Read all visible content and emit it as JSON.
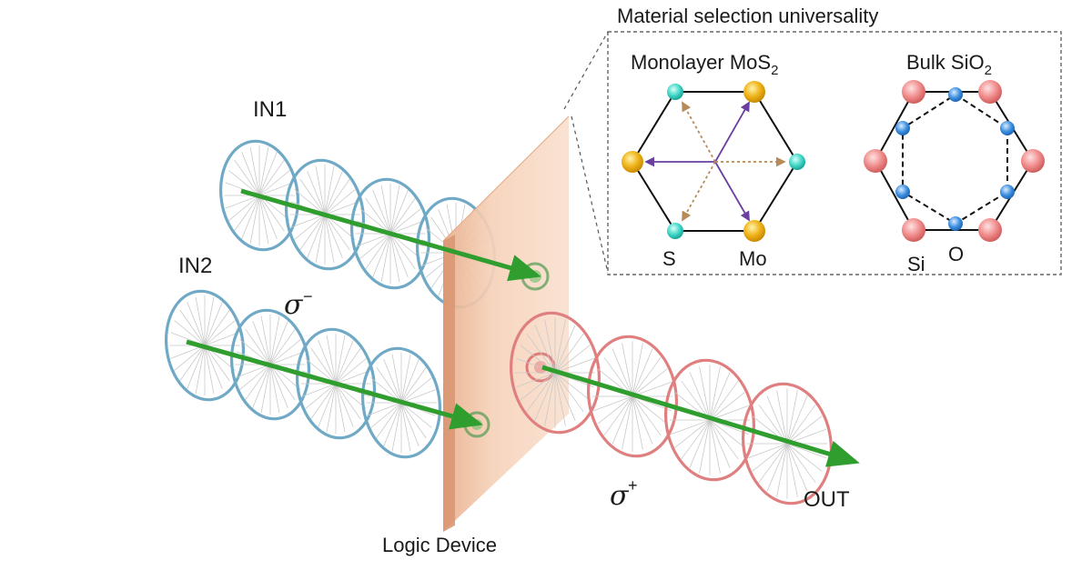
{
  "labels": {
    "in1": "IN1",
    "in2": "IN2",
    "sigma_minus": "σ",
    "sigma_minus_sup": "−",
    "sigma_plus": "σ",
    "sigma_plus_sup": "+",
    "out": "OUT",
    "device": "Logic Device"
  },
  "inset": {
    "title": "Material selection universality",
    "mos2": {
      "name": "Monolayer MoS",
      "sub": "2",
      "s_label": "S",
      "mo_label": "Mo"
    },
    "sio2": {
      "name": "Bulk SiO",
      "sub": "2",
      "si_label": "Si",
      "o_label": "O"
    }
  },
  "colors": {
    "input_wave": "#6fa9c6",
    "output_wave": "#e07f7f",
    "beam": "#2f9e2f",
    "plate": "#f3c4a4",
    "s_atom": "#3fd6c6",
    "mo_atom": "#f0b51b",
    "si_atom": "#f08a8a",
    "o_atom": "#3c8fe0"
  }
}
